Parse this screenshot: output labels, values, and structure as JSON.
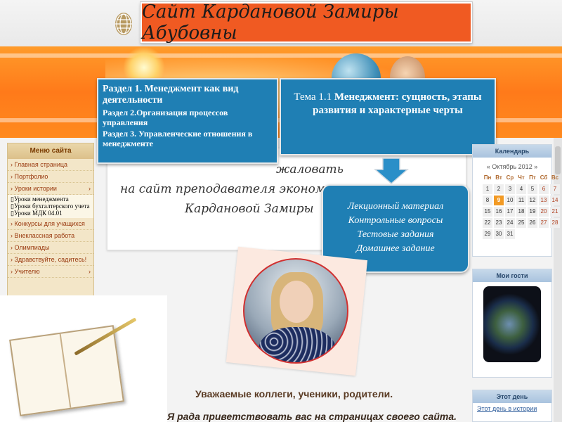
{
  "header": {
    "title": "Сайт Кардановой Замиры Абубовны"
  },
  "sidebar": {
    "title": "Меню сайта",
    "items": [
      {
        "label": "Главная страница"
      },
      {
        "label": "Портфолио"
      },
      {
        "label": "Уроки истории",
        "has_arrow": true
      }
    ],
    "submenu": [
      "Уроки менеджмента",
      "Уроки бухгалтерского учета",
      "Уроки МДК 04.01"
    ],
    "items_after": [
      {
        "label": "Конкурсы для учащихся"
      },
      {
        "label": "Внеклассная работа"
      },
      {
        "label": "Олимпиады"
      },
      {
        "label": "Здравствуйте, садитесь!"
      },
      {
        "label": "Учителю",
        "has_arrow": true
      }
    ],
    "arrow_glyph": "›"
  },
  "sections_box": {
    "section1": "Раздел 1. Менеджмент как вид деятельности",
    "section2": "Раздел 2.Организация процессов управления",
    "section3": "Раздел 3. Управленческие отношения в менеджменте"
  },
  "theme_box": {
    "prefix": "Тема 1.1 ",
    "title": "Менеджмент: сущность, этапы развития и характерные черты"
  },
  "materials_box": {
    "items": [
      "Лекционный материал",
      "Контрольные вопросы",
      "Тестовые задания",
      "Домашнее задание"
    ]
  },
  "welcome": {
    "line1": "жаловать",
    "line2": "на сайт преподавателя эконом",
    "line3": "Кардановой Замиры"
  },
  "greeting": {
    "line1": "Уважаемые коллеги, ученики, родители.",
    "line2": "Я рада приветствовать вас на страницах своего сайта."
  },
  "calendar": {
    "title": "Календарь",
    "month_label": "« Октябрь 2012 »",
    "days_of_week": [
      "Пн",
      "Вт",
      "Ср",
      "Чт",
      "Пт",
      "Сб",
      "Вс"
    ],
    "today": 9,
    "days": [
      "1",
      "2",
      "3",
      "4",
      "5",
      "6",
      "7",
      "8",
      "9",
      "10",
      "11",
      "12",
      "13",
      "14",
      "15",
      "16",
      "17",
      "18",
      "19",
      "20",
      "21",
      "22",
      "23",
      "24",
      "25",
      "26",
      "27",
      "28",
      "29",
      "30",
      "31"
    ]
  },
  "guests_widget": {
    "title": "Мои гости"
  },
  "today_widget": {
    "title": "Этот день",
    "link": "Этот день в истории"
  },
  "colors": {
    "orange_title": "#f05a22",
    "blue_box": "#1f7fb4",
    "banner_orange": "#ff7a1a"
  }
}
